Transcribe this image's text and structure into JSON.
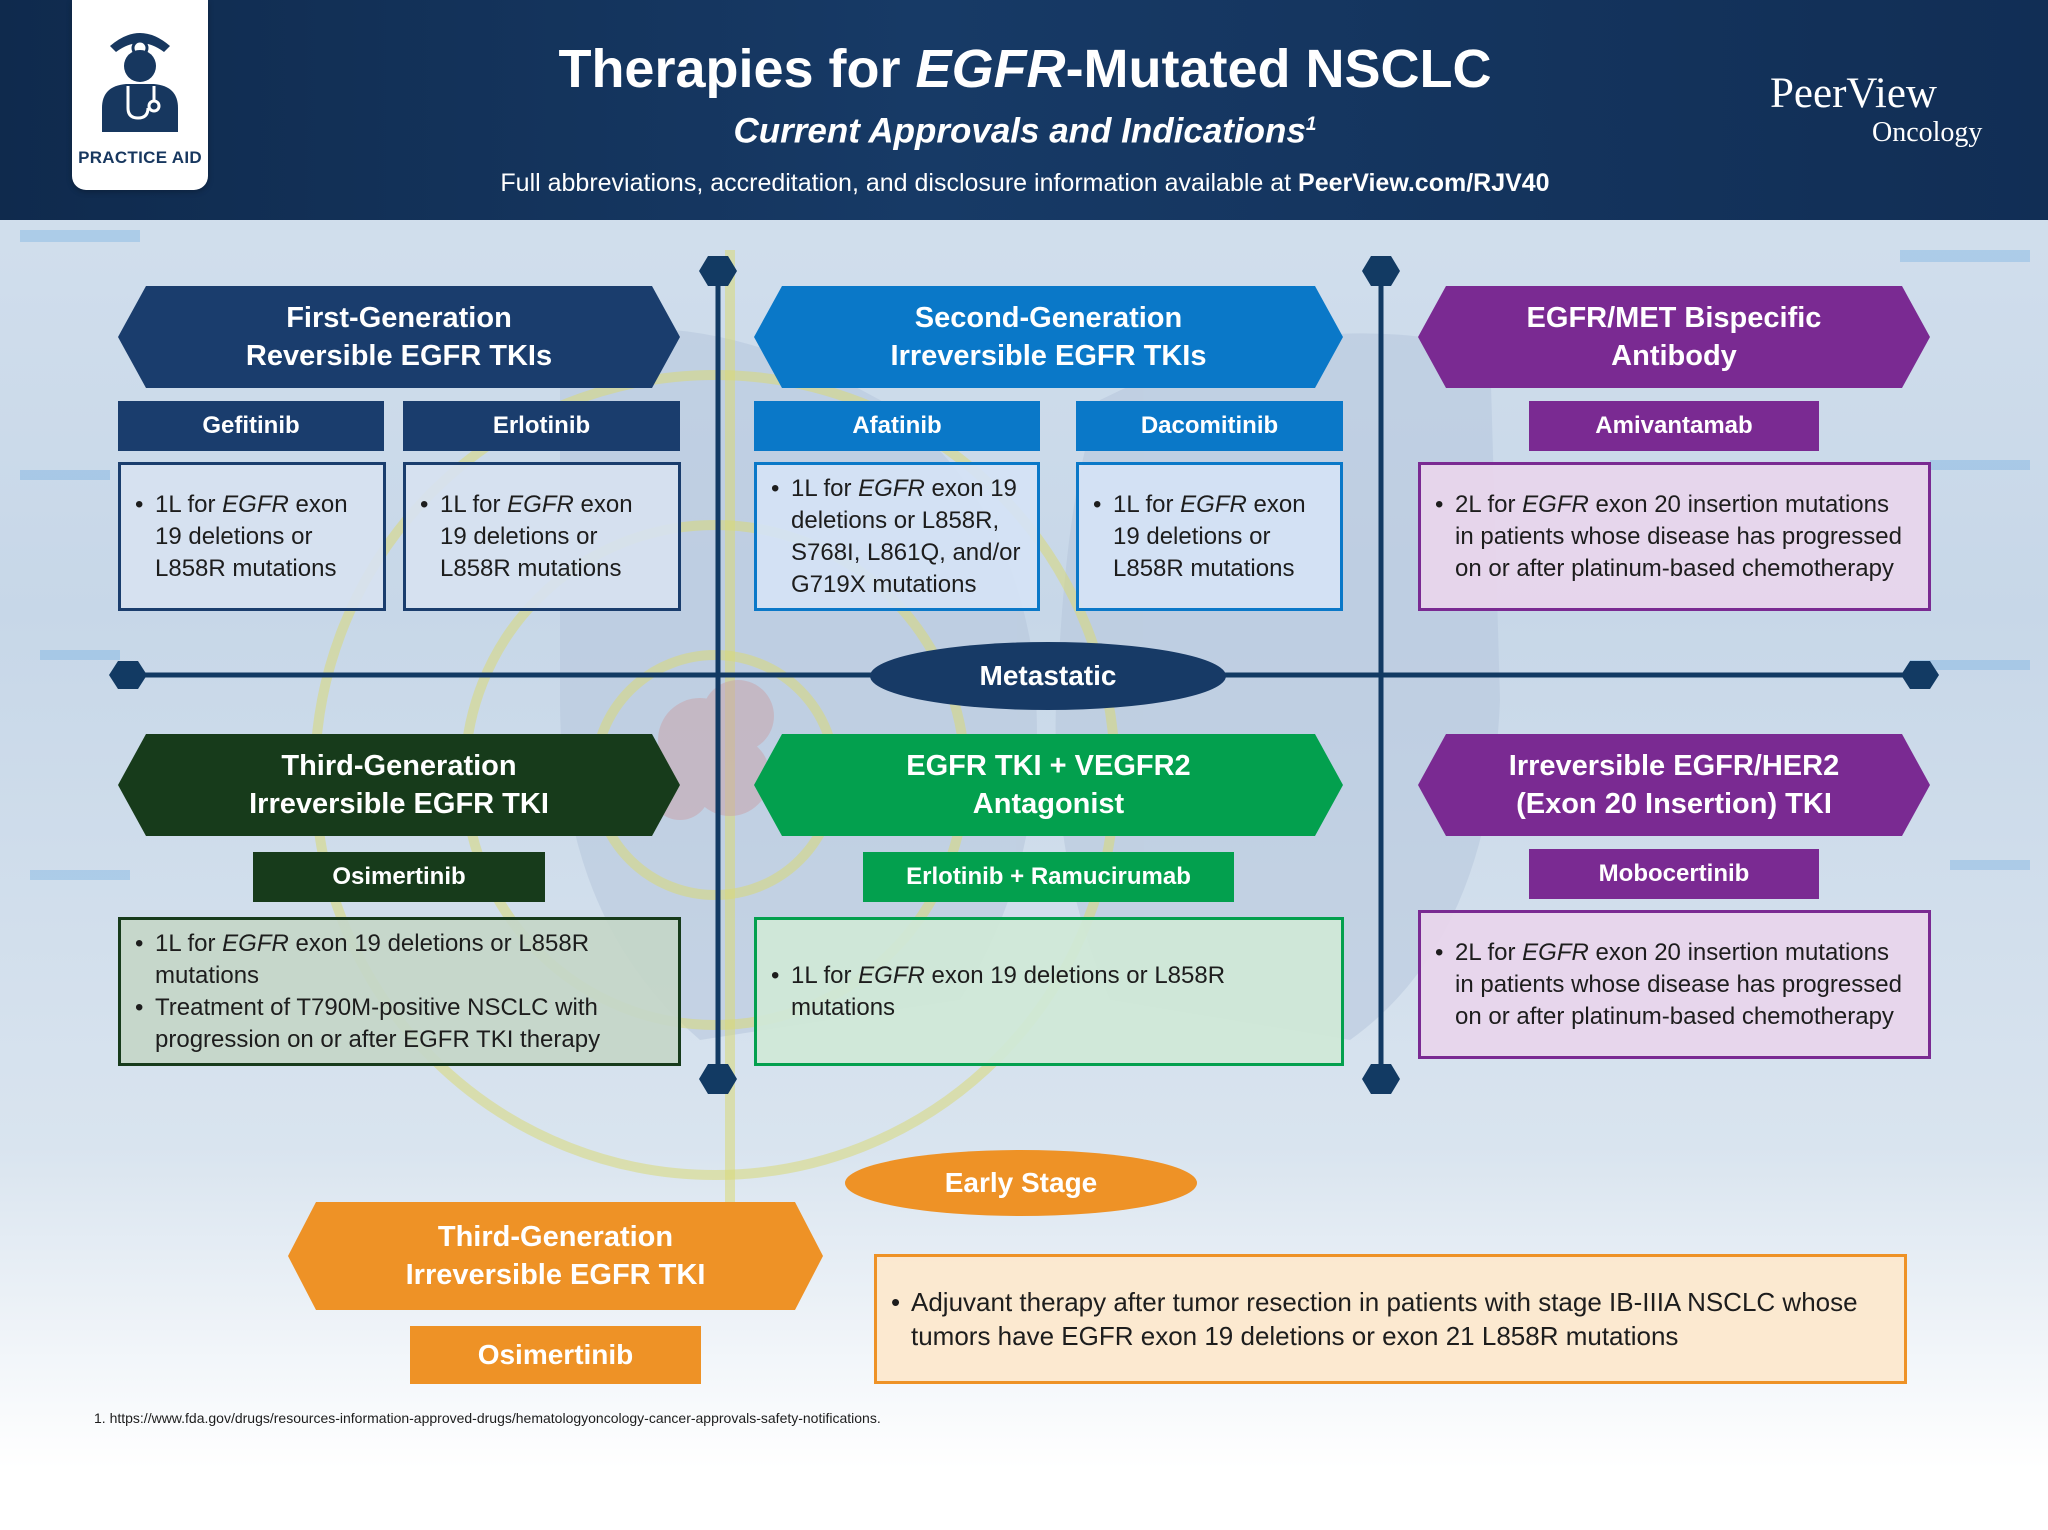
{
  "header": {
    "practice_aid_label": "PRACTICE AID",
    "title_prefix": "Therapies for ",
    "title_gene": "EGFR",
    "title_suffix": "-Mutated NSCLC",
    "subtitle": "Current Approvals and Indications",
    "subtitle_ref": "1",
    "disclosure_text": "Full abbreviations, accreditation, and disclosure information available at ",
    "disclosure_link": "PeerView.com/RJV40",
    "brand_name": "PeerView",
    "brand_sub": "Oncology"
  },
  "metastatic_label": "Metastatic",
  "early_stage_label": "Early Stage",
  "groups": {
    "first_gen": {
      "title_line1": "First-Generation",
      "title_line2": "Reversible EGFR TKIs",
      "drugs": [
        {
          "name": "Gefitinib",
          "indication": {
            "pre": "1L for ",
            "gene": "EGFR",
            "post": " exon 19 deletions or L858R mutations"
          }
        },
        {
          "name": "Erlotinib",
          "indication": {
            "pre": "1L for ",
            "gene": "EGFR",
            "post": " exon 19 deletions or L858R mutations"
          }
        }
      ]
    },
    "second_gen": {
      "title_line1": "Second-Generation",
      "title_line2": "Irreversible EGFR TKIs",
      "drugs": [
        {
          "name": "Afatinib",
          "indication": {
            "pre": "1L for ",
            "gene": "EGFR",
            "post": " exon 19 deletions or L858R, S768I, L861Q, and/or G719X mutations"
          }
        },
        {
          "name": "Dacomitinib",
          "indication": {
            "pre": "1L for ",
            "gene": "EGFR",
            "post": " exon 19 deletions or L858R mutations"
          }
        }
      ]
    },
    "bispecific": {
      "title_line1": "EGFR/MET Bispecific",
      "title_line2": "Antibody",
      "drug": "Amivantamab",
      "indication": {
        "pre": "2L for ",
        "gene": "EGFR",
        "post": " exon 20 insertion mutations in patients whose disease has progressed on or after platinum-based chemotherapy"
      }
    },
    "third_gen": {
      "title_line1": "Third-Generation",
      "title_line2": "Irreversible EGFR TKI",
      "drug": "Osimertinib",
      "indications": [
        {
          "pre": "1L for ",
          "gene": "EGFR",
          "post": " exon 19 deletions or L858R mutations"
        },
        {
          "pre": "Treatment of T790M-positive NSCLC with progression on or after EGFR TKI therapy",
          "gene": "",
          "post": ""
        }
      ]
    },
    "vegfr2": {
      "title_line1": "EGFR TKI + VEGFR2",
      "title_line2": "Antagonist",
      "drug": "Erlotinib + Ramucirumab",
      "indication": {
        "pre": "1L for ",
        "gene": "EGFR",
        "post": " exon 19 deletions or L858R mutations"
      }
    },
    "her2": {
      "title_line1": "Irreversible EGFR/HER2",
      "title_line2": "(Exon 20 Insertion) TKI",
      "drug": "Mobocertinib",
      "indication": {
        "pre": "2L for ",
        "gene": "EGFR",
        "post": " exon 20 insertion mutations in patients whose disease has progressed on or after platinum-based chemotherapy"
      }
    },
    "early_stage": {
      "title_line1": "Third-Generation",
      "title_line2": "Irreversible EGFR TKI",
      "drug": "Osimertinib",
      "indication": "Adjuvant therapy after tumor resection in patients with stage IB-IIIA NSCLC whose tumors have EGFR exon 19 deletions or exon 21 L858R mutations"
    }
  },
  "footnote": "1. https://www.fda.gov/drugs/resources-information-approved-drugs/hematologyoncology-cancer-approvals-safety-notifications.",
  "colors": {
    "navy": "#1a3d6d",
    "blue": "#0a78c8",
    "purple": "#7a2a92",
    "dark_green": "#173b1b",
    "green": "#03a04e",
    "orange": "#ee9226",
    "axis": "#123a63"
  }
}
